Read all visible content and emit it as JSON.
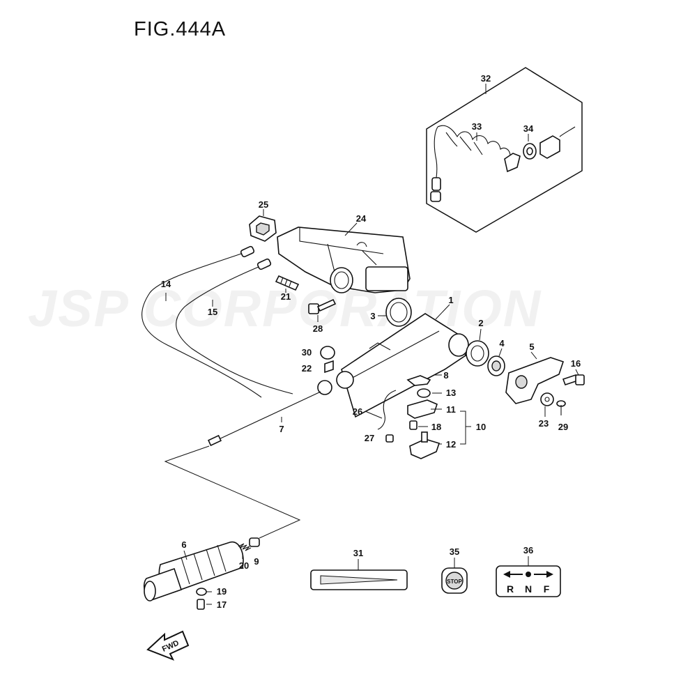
{
  "figure": {
    "title": "FIG.444A"
  },
  "watermark": {
    "text": "JSP CORPORATION"
  },
  "callouts": {
    "c1": "1",
    "c2": "2",
    "c3": "3",
    "c4": "4",
    "c5": "5",
    "c6": "6",
    "c7": "7",
    "c8": "8",
    "c9": "9",
    "c10": "10",
    "c11": "11",
    "c12": "12",
    "c13": "13",
    "c14": "14",
    "c15": "15",
    "c16": "16",
    "c17": "17",
    "c18": "18",
    "c19": "19",
    "c20": "20",
    "c21": "21",
    "c22": "22",
    "c23": "23",
    "c24": "24",
    "c25": "25",
    "c26": "26",
    "c27": "27",
    "c28": "28",
    "c29": "29",
    "c30": "30",
    "c31": "31",
    "c32": "32",
    "c33": "33",
    "c34": "34",
    "c35": "35",
    "c36": "36"
  },
  "labels": {
    "stop_decal": "STOP",
    "shift_decal": {
      "r": "R",
      "n": "N",
      "f": "F"
    },
    "fwd_arrow": "FWD"
  }
}
